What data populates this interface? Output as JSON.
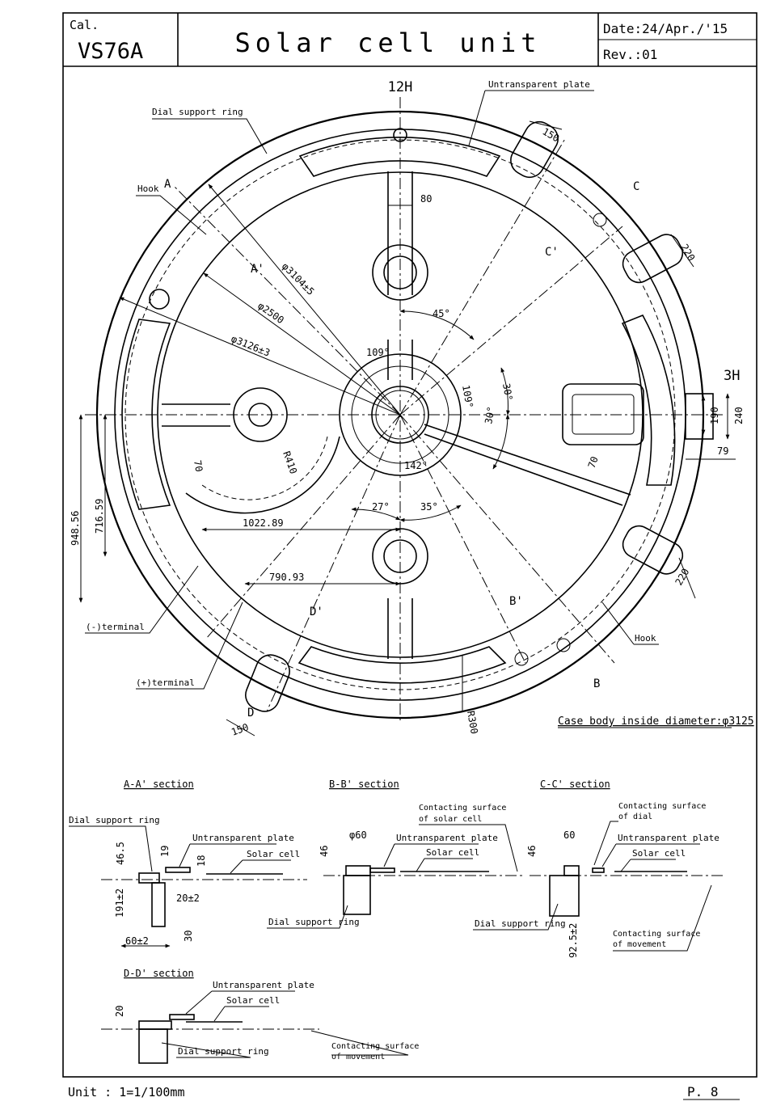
{
  "title_block": {
    "cal_label": "Cal.",
    "caliber": "VS76A",
    "title": "Solar cell unit",
    "date": "Date:24/Apr./'15",
    "rev": "Rev.:01"
  },
  "footer": {
    "unit": "Unit : 1=1/100mm",
    "page": "P. 8"
  },
  "main_view": {
    "pos_12h": "12H",
    "pos_3h": "3H",
    "labels": {
      "untransparent_plate": "Untransparent plate",
      "dial_support_ring": "Dial support ring",
      "hook_left": "Hook",
      "hook_right": "Hook",
      "neg_terminal": "(-)terminal",
      "pos_terminal": "(+)terminal",
      "case_body": "Case body inside diameter:φ3125"
    },
    "section_marks": {
      "A": "A",
      "A_prime": "A'",
      "B": "B",
      "B_prime": "B'",
      "C": "C",
      "C_prime": "C'",
      "D": "D",
      "D_prime": "D'"
    },
    "dimensions": {
      "d150_top": "150",
      "d80": "80",
      "d220_top": "220",
      "d3104": "φ3104±5",
      "d2500": "φ2500",
      "d3126": "φ3126±3",
      "a45": "45°",
      "a109_left": "109°",
      "a109_right": "109°",
      "a30_top": "30°",
      "a30_bottom": "30°",
      "d190": "190",
      "d240": "240",
      "d79": "79",
      "d70_left": "70",
      "d70_right": "70",
      "r410": "R410",
      "a142": "142°",
      "a27": "27°",
      "a35": "35°",
      "d948": "948.56",
      "d716": "716.59",
      "d1022": "1022.89",
      "d790": "790.93",
      "d220_bottom": "220",
      "d150_bottom": "150",
      "r300": "R300"
    }
  },
  "sections": {
    "aa": {
      "title": "A-A' section",
      "dial_support_ring": "Dial support ring",
      "untransparent_plate": "Untransparent plate",
      "solar_cell": "Solar cell",
      "d46_5": "46.5",
      "d19": "19",
      "d18": "18",
      "d191": "191±2",
      "d20": "20±2",
      "d30": "30",
      "d60": "60±2"
    },
    "bb": {
      "title": "B-B' section",
      "contacting_solar": "Contacting surface",
      "contacting_solar2": "of solar cell",
      "d60": "φ60",
      "untransparent_plate": "Untransparent plate",
      "solar_cell": "Solar cell",
      "d46": "46",
      "dial_support_ring": "Dial support ring"
    },
    "cc": {
      "title": "C-C' section",
      "contacting_dial": "Contacting surface",
      "contacting_dial2": "of dial",
      "d60": "60",
      "untransparent_plate": "Untransparent plate",
      "solar_cell": "Solar cell",
      "d46": "46",
      "dial_support_ring": "Dial support ring",
      "d92_5": "92.5±2",
      "contacting_movement": "Contacting surface",
      "contacting_movement2": "of movement"
    },
    "dd": {
      "title": "D-D' section",
      "untransparent_plate": "Untransparent plate",
      "solar_cell": "Solar cell",
      "d20": "20",
      "dial_support_ring": "Dial support ring",
      "contacting_movement": "Contacting surface",
      "contacting_movement2": "of movement"
    }
  }
}
